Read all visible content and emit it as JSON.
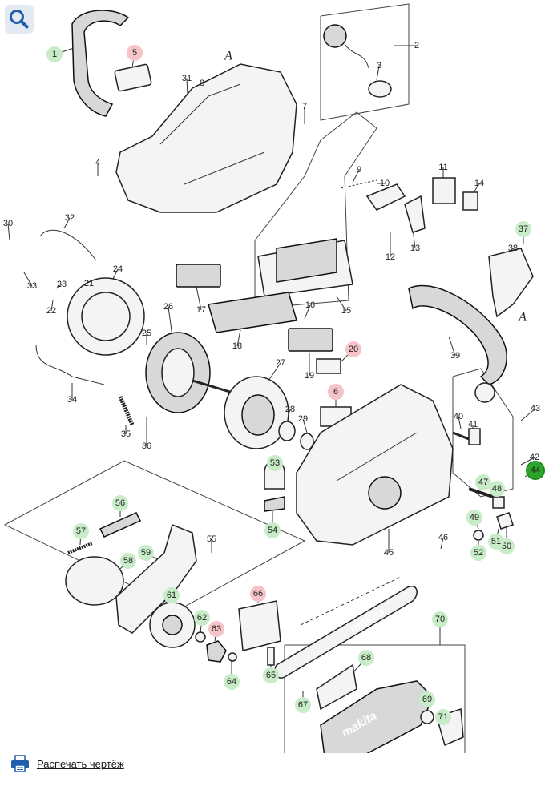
{
  "ui": {
    "zoom_icon": "magnifier-icon",
    "print_icon": "printer-icon",
    "print_label": "Распечать чертёж"
  },
  "colors": {
    "badge_green": "#c8ebc8",
    "badge_red": "#f6c4c8",
    "badge_active": "#2aa52a",
    "link": "#1a1a1a"
  },
  "diagram": {
    "section_label": "A",
    "brand_label": "makita",
    "callouts": [
      {
        "num": "1",
        "style": "green"
      },
      {
        "num": "2",
        "style": "plain"
      },
      {
        "num": "3",
        "style": "plain"
      },
      {
        "num": "4",
        "style": "plain"
      },
      {
        "num": "5",
        "style": "red"
      },
      {
        "num": "6",
        "style": "red"
      },
      {
        "num": "7",
        "style": "plain"
      },
      {
        "num": "8",
        "style": "plain"
      },
      {
        "num": "9",
        "style": "plain"
      },
      {
        "num": "10",
        "style": "plain"
      },
      {
        "num": "11",
        "style": "plain"
      },
      {
        "num": "12",
        "style": "plain"
      },
      {
        "num": "13",
        "style": "plain"
      },
      {
        "num": "14",
        "style": "plain"
      },
      {
        "num": "15",
        "style": "plain"
      },
      {
        "num": "16",
        "style": "plain"
      },
      {
        "num": "17",
        "style": "plain"
      },
      {
        "num": "18",
        "style": "plain"
      },
      {
        "num": "19",
        "style": "plain"
      },
      {
        "num": "20",
        "style": "red"
      },
      {
        "num": "21",
        "style": "plain"
      },
      {
        "num": "22",
        "style": "plain"
      },
      {
        "num": "23",
        "style": "plain"
      },
      {
        "num": "24",
        "style": "plain"
      },
      {
        "num": "25",
        "style": "plain"
      },
      {
        "num": "26",
        "style": "plain"
      },
      {
        "num": "27",
        "style": "plain"
      },
      {
        "num": "28",
        "style": "plain"
      },
      {
        "num": "29",
        "style": "plain"
      },
      {
        "num": "30",
        "style": "plain"
      },
      {
        "num": "31",
        "style": "plain"
      },
      {
        "num": "32",
        "style": "plain"
      },
      {
        "num": "33",
        "style": "plain"
      },
      {
        "num": "34",
        "style": "plain"
      },
      {
        "num": "35",
        "style": "plain"
      },
      {
        "num": "36",
        "style": "plain"
      },
      {
        "num": "37",
        "style": "green"
      },
      {
        "num": "38",
        "style": "plain"
      },
      {
        "num": "39",
        "style": "plain"
      },
      {
        "num": "40",
        "style": "plain"
      },
      {
        "num": "41",
        "style": "plain"
      },
      {
        "num": "42",
        "style": "plain"
      },
      {
        "num": "43",
        "style": "plain"
      },
      {
        "num": "44",
        "style": "active"
      },
      {
        "num": "45",
        "style": "plain"
      },
      {
        "num": "46",
        "style": "plain"
      },
      {
        "num": "47",
        "style": "green"
      },
      {
        "num": "48",
        "style": "green"
      },
      {
        "num": "49",
        "style": "green"
      },
      {
        "num": "50",
        "style": "green"
      },
      {
        "num": "51",
        "style": "green"
      },
      {
        "num": "52",
        "style": "green"
      },
      {
        "num": "53",
        "style": "green"
      },
      {
        "num": "54",
        "style": "green"
      },
      {
        "num": "55",
        "style": "plain"
      },
      {
        "num": "56",
        "style": "green"
      },
      {
        "num": "57",
        "style": "green"
      },
      {
        "num": "58",
        "style": "green"
      },
      {
        "num": "59",
        "style": "green"
      },
      {
        "num": "61",
        "style": "green"
      },
      {
        "num": "62",
        "style": "green"
      },
      {
        "num": "63",
        "style": "red"
      },
      {
        "num": "64",
        "style": "green"
      },
      {
        "num": "65",
        "style": "green"
      },
      {
        "num": "66",
        "style": "red"
      },
      {
        "num": "67",
        "style": "green"
      },
      {
        "num": "68",
        "style": "green"
      },
      {
        "num": "69",
        "style": "green"
      },
      {
        "num": "70",
        "style": "green"
      },
      {
        "num": "71",
        "style": "green"
      }
    ]
  }
}
